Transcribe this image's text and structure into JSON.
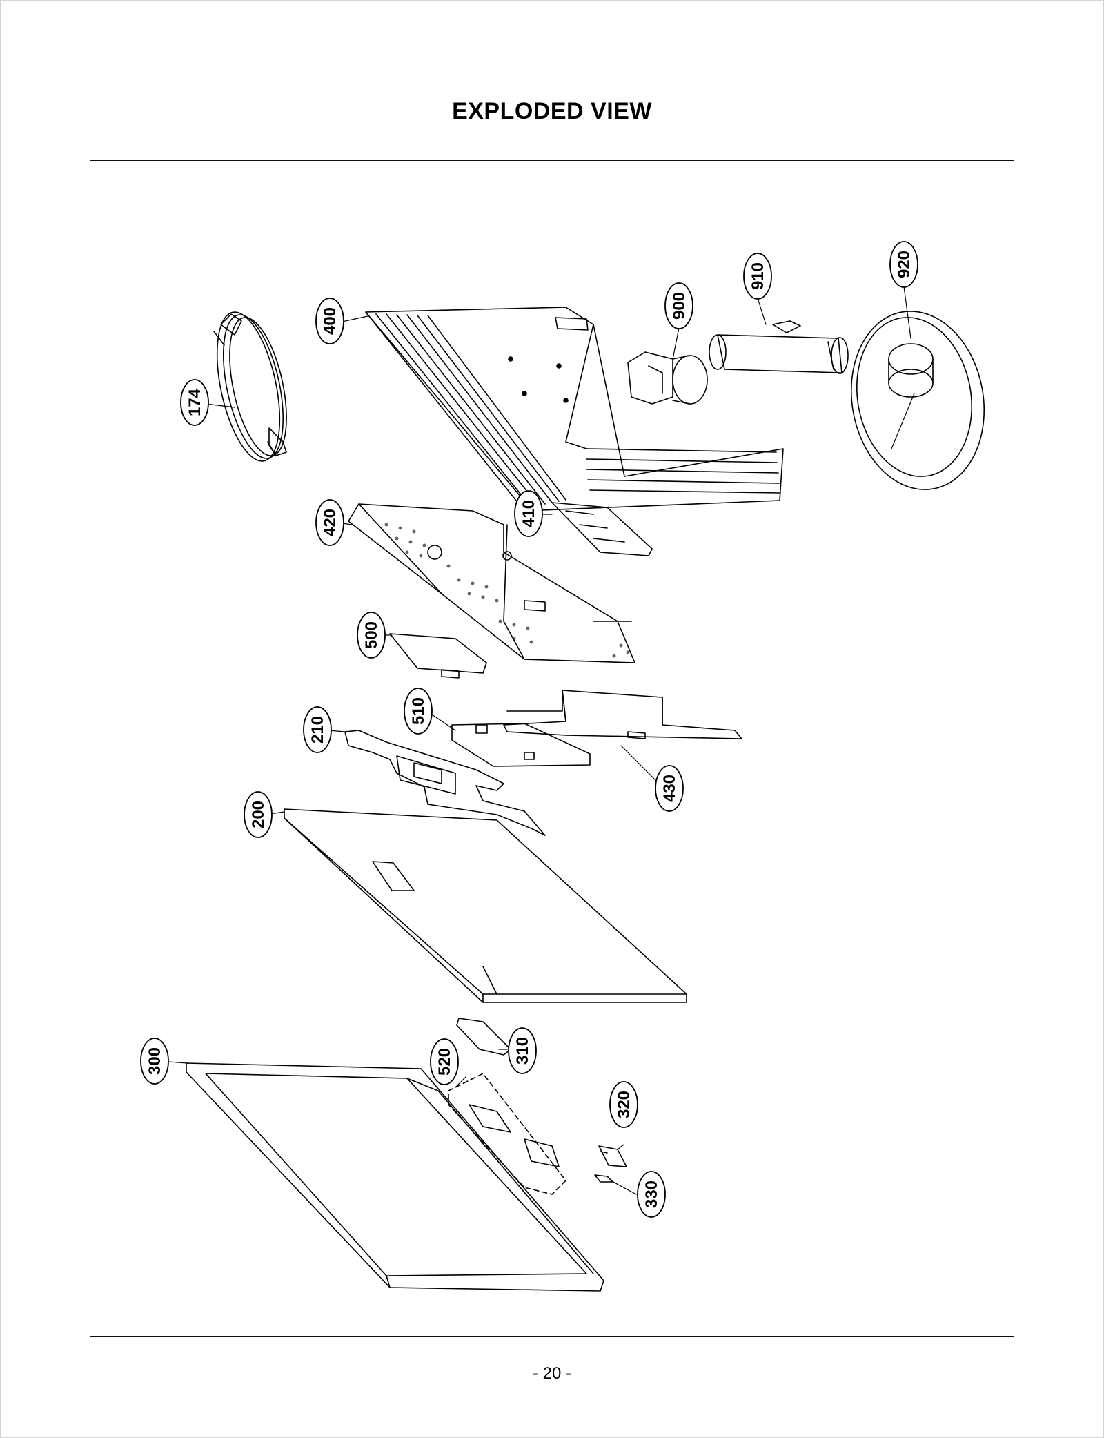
{
  "page": {
    "title": "EXPLODED VIEW",
    "page_number": "- 20 -"
  },
  "callouts": [
    {
      "id": "c174",
      "label": "174"
    },
    {
      "id": "c400",
      "label": "400"
    },
    {
      "id": "c900",
      "label": "900"
    },
    {
      "id": "c910",
      "label": "910"
    },
    {
      "id": "c920",
      "label": "920"
    },
    {
      "id": "c420",
      "label": "420"
    },
    {
      "id": "c410",
      "label": "410"
    },
    {
      "id": "c500",
      "label": "500"
    },
    {
      "id": "c210",
      "label": "210"
    },
    {
      "id": "c510",
      "label": "510"
    },
    {
      "id": "c430",
      "label": "430"
    },
    {
      "id": "c200",
      "label": "200"
    },
    {
      "id": "c300",
      "label": "300"
    },
    {
      "id": "c520",
      "label": "520"
    },
    {
      "id": "c310",
      "label": "310"
    },
    {
      "id": "c320",
      "label": "320"
    },
    {
      "id": "c330",
      "label": "330"
    }
  ]
}
